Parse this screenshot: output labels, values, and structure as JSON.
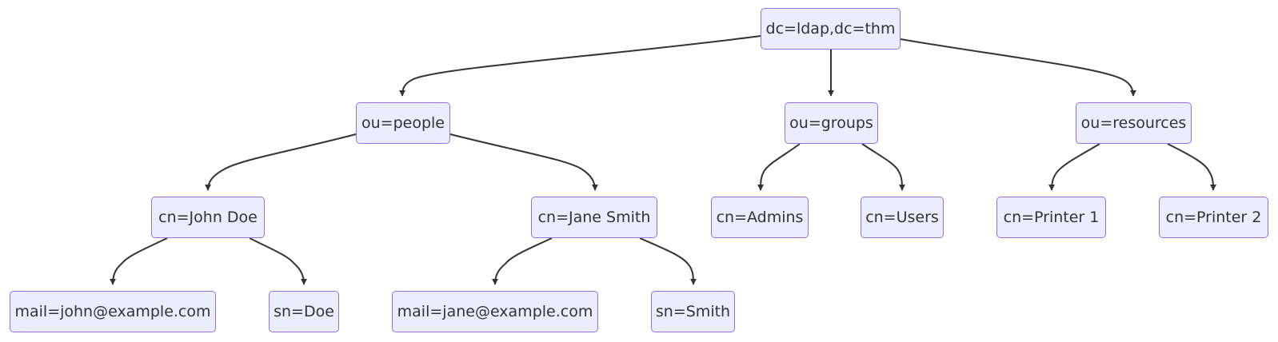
{
  "nodes": {
    "root": "dc=ldap,dc=thm",
    "people": "ou=people",
    "groups": "ou=groups",
    "resources": "ou=resources",
    "john": "cn=John Doe",
    "jane": "cn=Jane Smith",
    "admins": "cn=Admins",
    "users": "cn=Users",
    "printer1": "cn=Printer 1",
    "printer2": "cn=Printer 2",
    "john_mail": "mail=john@example.com",
    "john_sn": "sn=Doe",
    "jane_mail": "mail=jane@example.com",
    "jane_sn": "sn=Smith"
  },
  "colors": {
    "node_fill": "#ececff",
    "node_border": "#9370db",
    "edge": "#333333",
    "text": "#333333"
  }
}
